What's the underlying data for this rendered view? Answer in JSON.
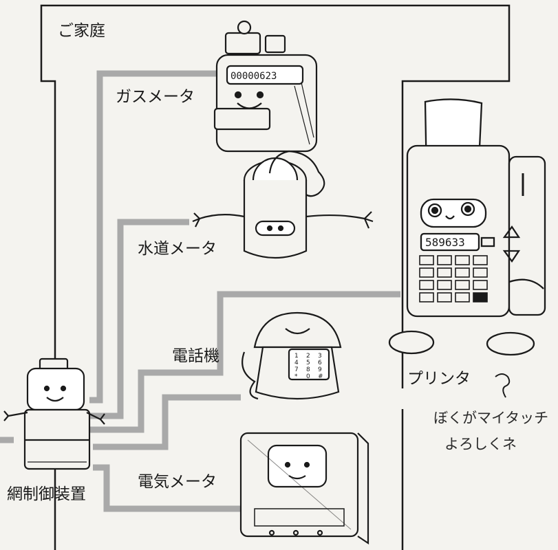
{
  "house_label": "ご家庭",
  "labels": {
    "gas_meter": "ガスメータ",
    "water_meter": "水道メータ",
    "telephone": "電話機",
    "electric_meter": "電気メータ",
    "network_controller": "網制御装置",
    "printer": "プリンタ"
  },
  "speech": {
    "line1": "ぼくがマイタッチ",
    "line2": "よろしくネ"
  },
  "gas_meter_display": "00000623",
  "printer_display": "589633",
  "phone_keys": [
    "1",
    "2",
    "3",
    "4",
    "5",
    "6",
    "7",
    "8",
    "9",
    "*",
    "0",
    "#"
  ],
  "colors": {
    "outline": "#1a1a1a",
    "wire": "#a9a9a9",
    "background": "#f4f3ef"
  }
}
